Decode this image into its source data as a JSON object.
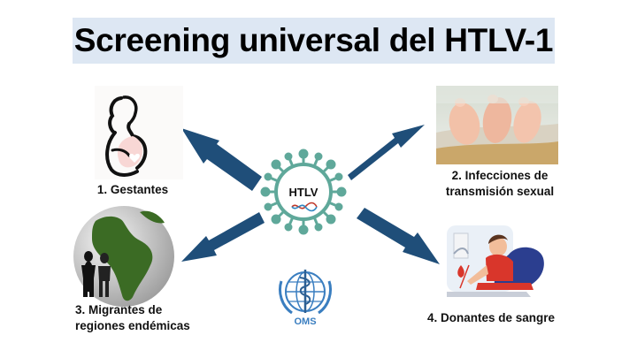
{
  "title": "Screening universal del HTLV-1",
  "center": {
    "label": "HTLV"
  },
  "nodes": [
    {
      "number": "1.",
      "text": "Gestantes",
      "icon": "pregnant-woman-icon"
    },
    {
      "number": "2.",
      "text_line1": "Infecciones de",
      "text_line2": "transmisión sexual",
      "icon": "feet-photo"
    },
    {
      "number": "3.",
      "text_line1": "Migrantes de",
      "text_line2": "regiones endémicas",
      "icon": "globe-migrants-icon"
    },
    {
      "number": "4.",
      "text": "Donantes de sangre",
      "icon": "blood-donor-icon"
    }
  ],
  "logo": {
    "text": "OMS"
  },
  "colors": {
    "arrow": "#1f4e79",
    "virus": "#5fa89a",
    "title_bg": "#dde7f3",
    "shading": "#f8d7d5"
  }
}
